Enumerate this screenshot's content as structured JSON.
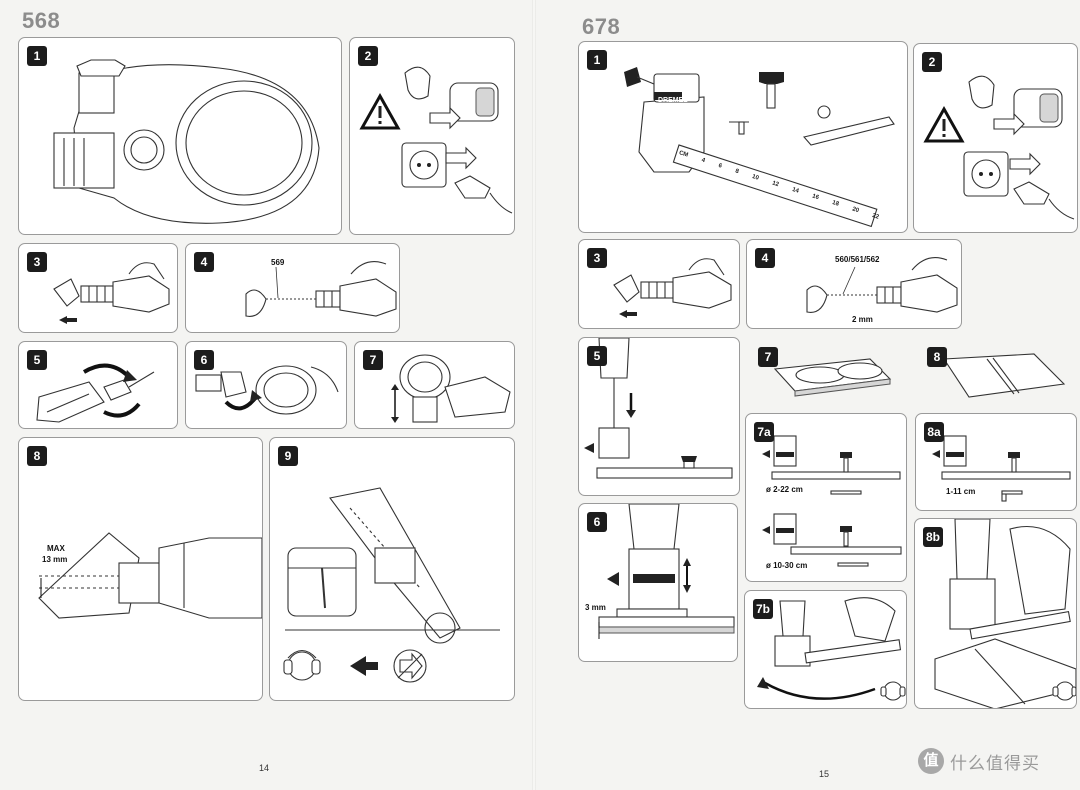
{
  "left": {
    "model": "568",
    "page_number": "14",
    "steps": [
      {
        "id": "1",
        "labels": []
      },
      {
        "id": "2",
        "labels": []
      },
      {
        "id": "3",
        "labels": []
      },
      {
        "id": "4",
        "labels": [
          "569"
        ]
      },
      {
        "id": "5",
        "labels": []
      },
      {
        "id": "6",
        "labels": []
      },
      {
        "id": "7",
        "labels": []
      },
      {
        "id": "8",
        "labels": [
          "MAX",
          "13 mm"
        ]
      },
      {
        "id": "9",
        "labels": []
      }
    ]
  },
  "right": {
    "model": "678",
    "page_number": "15",
    "brand": "DREMEL",
    "steps": [
      {
        "id": "1",
        "labels": []
      },
      {
        "id": "2",
        "labels": []
      },
      {
        "id": "3",
        "labels": []
      },
      {
        "id": "4",
        "labels": [
          "560/561/562",
          "2 mm"
        ]
      },
      {
        "id": "5",
        "labels": []
      },
      {
        "id": "6",
        "labels": [
          "3 mm"
        ]
      },
      {
        "id": "7",
        "labels": []
      },
      {
        "id": "8",
        "labels": []
      },
      {
        "id": "7a",
        "labels": [
          "ø 2-22 cm",
          "ø 10-30 cm"
        ]
      },
      {
        "id": "8a",
        "labels": [
          "1-11 cm"
        ]
      },
      {
        "id": "7b",
        "labels": []
      },
      {
        "id": "8b",
        "labels": []
      }
    ],
    "ruler_marks": [
      "CM",
      "4",
      "6",
      "8",
      "10",
      "12",
      "14",
      "16",
      "18",
      "20",
      "22"
    ]
  },
  "watermark": {
    "badge": "值",
    "text": "什么值得买"
  }
}
